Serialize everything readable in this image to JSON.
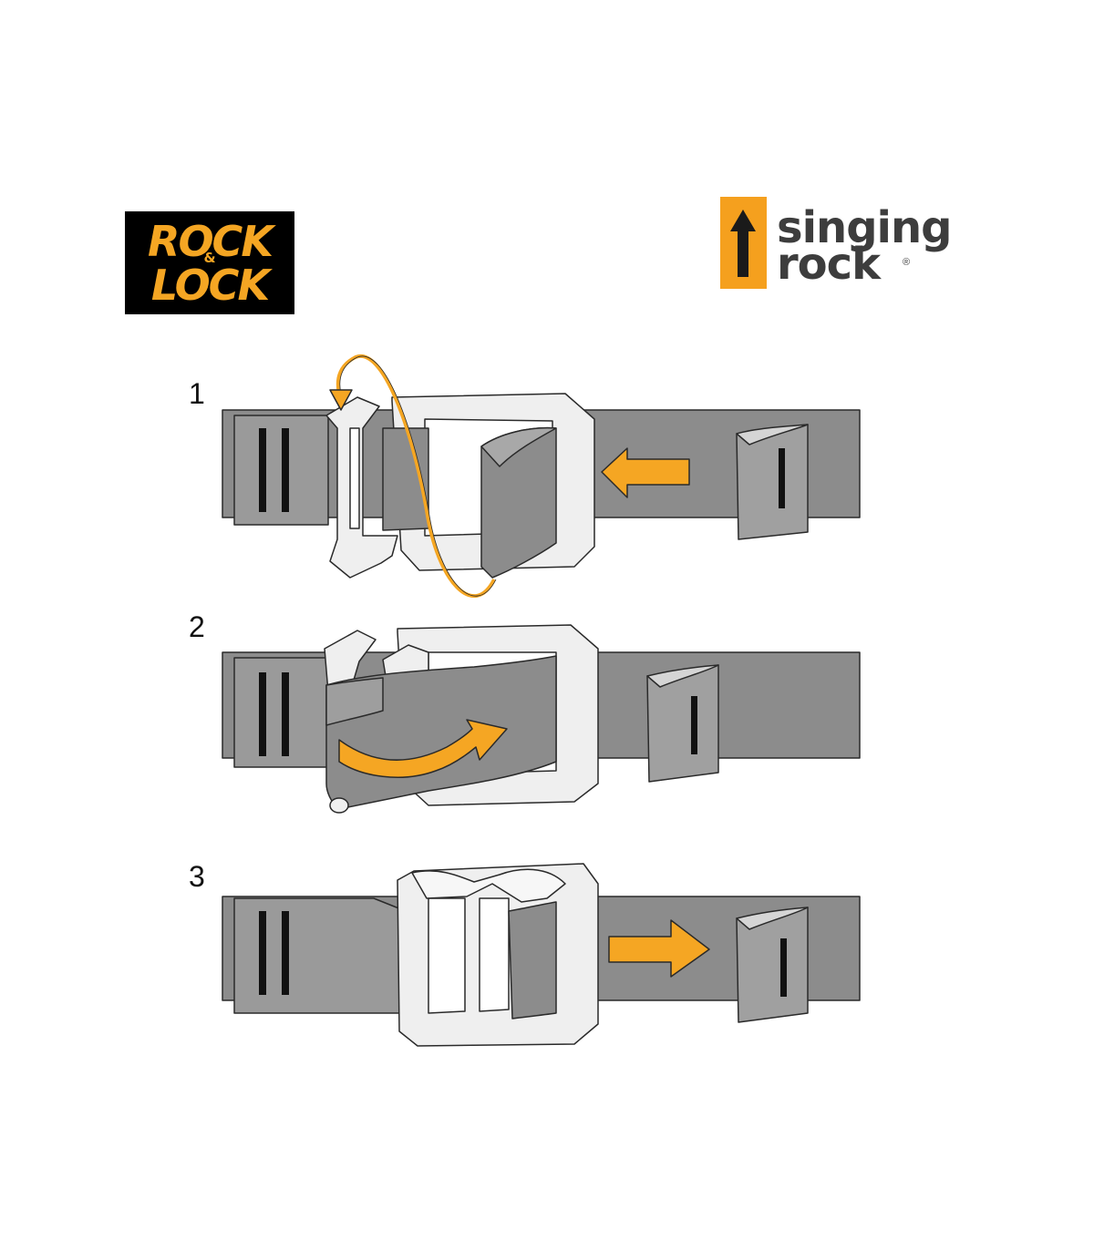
{
  "logos": {
    "rocklock": {
      "line1": "ROCK",
      "amp": "&",
      "line2": "LOCK"
    },
    "singingrock": {
      "line1": "singing",
      "line2": "rock",
      "reg": "®"
    }
  },
  "steps": [
    "1",
    "2",
    "3"
  ],
  "colors": {
    "strap": "#8c8c8c",
    "strap_light": "#a0a0a0",
    "buckle": "#efefef",
    "accent": "#f5a623",
    "outline": "#2a2a2a"
  }
}
